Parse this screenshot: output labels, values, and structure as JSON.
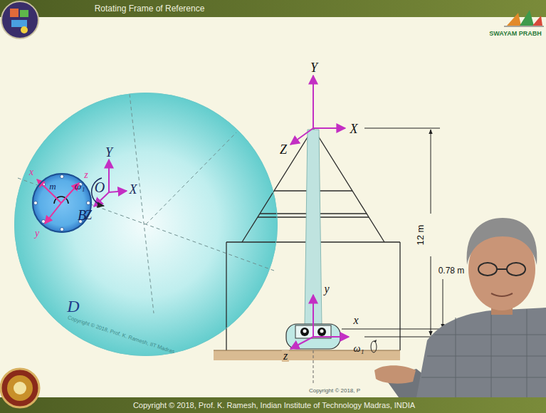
{
  "diagram": {
    "title": "Rotating Frame of Reference",
    "caption": "Copyright © 2018, Prof. K. Ramesh, Indian Institute of Technology Madras, INDIA",
    "nodes": [
      {
        "text": [
          "D"
        ]
      },
      {
        "text": [
          "B"
        ],
        "in": 0
      }
    ],
    "labels": [
      "SWAYAM PRABH",
      "x",
      "z",
      "m",
      "y",
      "Y",
      "X",
      "Z",
      "O",
      "ω₁",
      "Copyright © 2018, Prof. K. Ramesh, IIT Madras",
      "Y",
      "X",
      "Z",
      "12 m",
      "y",
      "x",
      "z",
      "0.78 m",
      "ω₁",
      "Copyright © 2018, P"
    ]
  }
}
